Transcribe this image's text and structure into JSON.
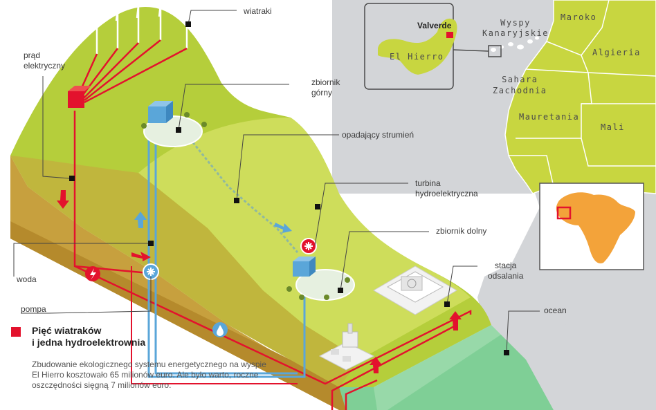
{
  "labels": {
    "wiatraki": "wiatraki",
    "prad": "prąd\nelektryczny",
    "zbiornik_gorny": "zbiornik\ngórny",
    "strumien": "opadający strumień",
    "turbina": "turbina\nhydroelektryczna",
    "zbiornik_dolny": "zbiornik dolny",
    "stacja": "stacja\nodsalania",
    "ocean": "ocean",
    "woda": "woda",
    "pompa": "pompa"
  },
  "map": {
    "valverde": "Valverde",
    "el_hierro": "El Hierro",
    "wyspy": "Wyspy\nKanaryjskie",
    "maroko": "Maroko",
    "algieria": "Algieria",
    "sahara": "Sahara\nZachodnia",
    "mauretania": "Mauretania",
    "mali": "Mali"
  },
  "legend": {
    "title": "Pięć wiatraków\ni jedna hydroelektrownia",
    "body": "Zbudowanie ekologicznego systemu energetycznego na wyspie El Hierro kosztowało 65 milionów euro. Ale było warto, roczne oszczędności sięgną 7 milionów euro."
  },
  "colors": {
    "map_land": "#c8d640",
    "sea": "#d2d4d6",
    "africa": "#f3a33a",
    "grass_top": "#b6cf3c",
    "grass_light": "#d7e36a",
    "soil": "#c9a240",
    "power_line": "#e3122d",
    "water_line": "#5aa6d9",
    "ocean_band": "#7fcf96"
  }
}
